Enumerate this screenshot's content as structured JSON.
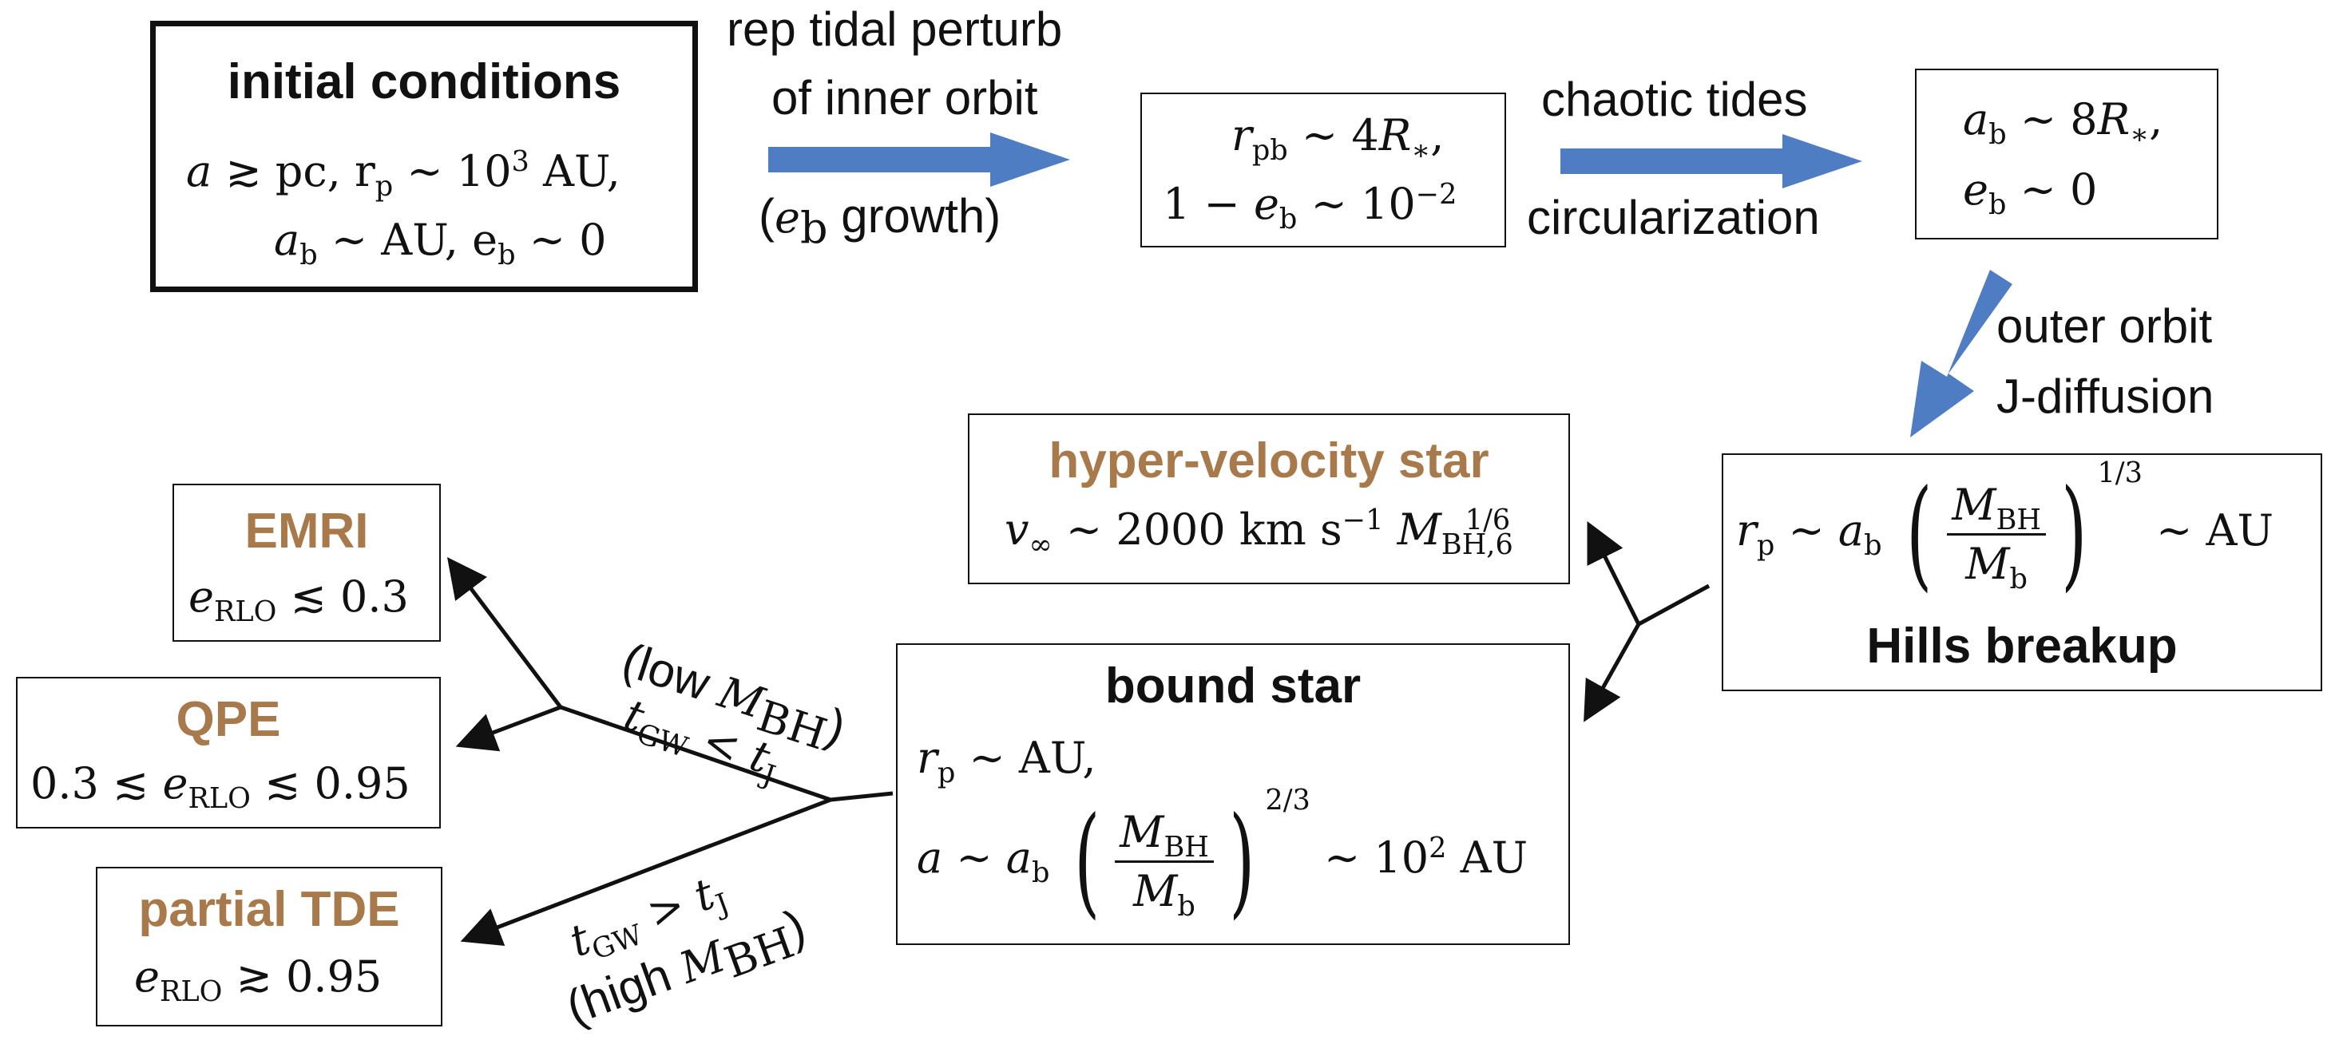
{
  "colors": {
    "accent_arrow": "#4F7DC3",
    "label_brown": "#A8794A",
    "line": "#111111"
  },
  "initial": {
    "title": "initial conditions",
    "line1_a": "a",
    "line1_sym": "≳",
    "line1_pc": "pc,",
    "line1_r": "r",
    "line1_rsub": "p",
    "line1_rest": "∼ 10",
    "line1_exp": "3",
    "line1_unit": "AU,",
    "line2_a": "a",
    "line2_asub": "b",
    "line2_rest": "∼ AU,",
    "line2_e": "e",
    "line2_esub": "b",
    "line2_tail": "∼ 0"
  },
  "arrow1": {
    "line1": "rep tidal perturb",
    "line2": "of inner orbit",
    "line3_open": "(",
    "line3_var": "e",
    "line3_sub": "b",
    "line3_close": "growth)"
  },
  "box2": {
    "r": "r",
    "rsub": "pb",
    "r_rest": "∼ 4",
    "R": "R",
    "Rsub": "∗",
    "r_tail": ",",
    "one": "1 −",
    "e": "e",
    "esub": "b",
    "e_rest": "∼ 10",
    "e_exp": "−2"
  },
  "arrow2": {
    "line1": "chaotic tides",
    "line2": "circularization"
  },
  "box3": {
    "a": "a",
    "asub": "b",
    "a_rest": "∼ 8",
    "R": "R",
    "Rsub": "∗",
    "a_tail": ",",
    "e": "e",
    "esub": "b",
    "e_rest": "∼ 0"
  },
  "arrow3": {
    "line1": "outer orbit",
    "line2": "J-diffusion"
  },
  "hills": {
    "r": "r",
    "rsub": "p",
    "sim": "∼",
    "a": "a",
    "asub": "b",
    "num": "M",
    "numsub": "BH",
    "den": "M",
    "densub": "b",
    "exp": "1/3",
    "tail": "∼ AU",
    "title": "Hills breakup"
  },
  "hvs": {
    "title": "hyper-velocity star",
    "v": "v",
    "vsub": "∞",
    "rest": "∼ 2000 km s",
    "exp": "−1",
    "M": "M",
    "Msub": "BH,6",
    "Mexp": "1/6"
  },
  "bound": {
    "title": "bound star",
    "r": "r",
    "rsub": "p",
    "r_rest": "∼  AU,",
    "a": "a",
    "sim": "∼",
    "ab": "a",
    "absub": "b",
    "num": "M",
    "numsub": "BH",
    "den": "M",
    "densub": "b",
    "exp": "2/3",
    "tail": "∼ 10",
    "tailexp": "2",
    "unit": "AU"
  },
  "branch_low": {
    "line1_open": "(low ",
    "line1_M": "M",
    "line1_Msub": "BH",
    "line1_close": ")",
    "line2_t": "t",
    "line2_tsub": "GW",
    "line2_lt": "<",
    "line2_t2": "t",
    "line2_t2sub": "J"
  },
  "branch_high": {
    "line1_t": "t",
    "line1_tsub": "GW",
    "line1_gt": ">",
    "line1_t2": "t",
    "line1_t2sub": "J",
    "line2_open": "(high ",
    "line2_M": "M",
    "line2_Msub": "BH",
    "line2_close": ")"
  },
  "emri": {
    "title": "EMRI",
    "e": "e",
    "esub": "RLO",
    "rest": "≲ 0.3"
  },
  "qpe": {
    "title": "QPE",
    "pre": "0.3 ≲",
    "e": "e",
    "esub": "RLO",
    "rest": "≲ 0.95"
  },
  "ptde": {
    "title": "partial TDE",
    "e": "e",
    "esub": "RLO",
    "rest": "≳ 0.95"
  }
}
